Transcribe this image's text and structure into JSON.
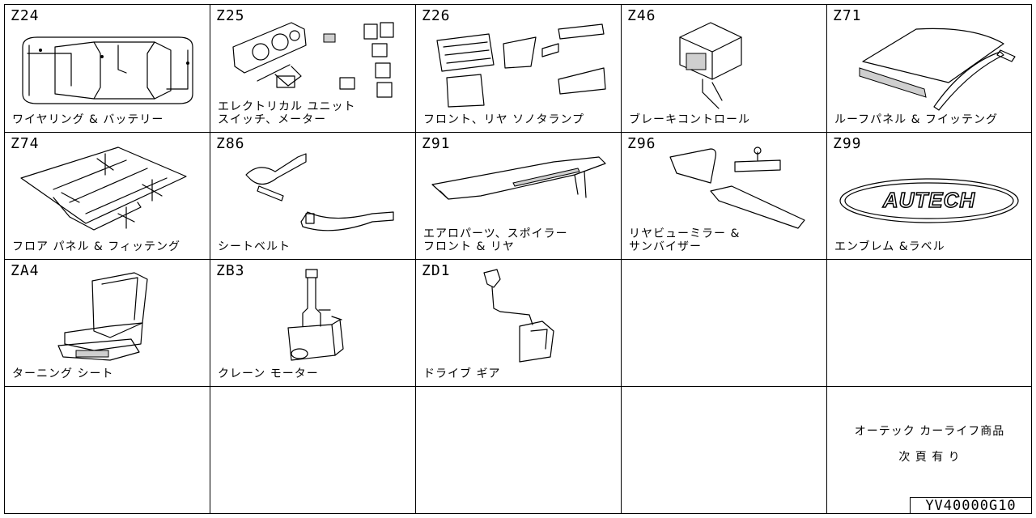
{
  "cells": {
    "z24": {
      "code": "Z24",
      "label": [
        "ワイヤリング & バッテリー"
      ]
    },
    "z25": {
      "code": "Z25",
      "label": [
        "エレクトリカル ユニット",
        "スイッチ、メーター"
      ]
    },
    "z26": {
      "code": "Z26",
      "label": [
        "フロント、リヤ ソノタランプ"
      ]
    },
    "z46": {
      "code": "Z46",
      "label": [
        "ブレーキコントロール"
      ]
    },
    "z71": {
      "code": "Z71",
      "label": [
        "ルーフパネル & フイッテング"
      ]
    },
    "z74": {
      "code": "Z74",
      "label": [
        "フロア パネル & フィッテング"
      ]
    },
    "z86": {
      "code": "Z86",
      "label": [
        "シートベルト"
      ]
    },
    "z91": {
      "code": "Z91",
      "label": [
        "エアロパーツ、スポイラー",
        "フロント & リヤ"
      ]
    },
    "z96": {
      "code": "Z96",
      "label": [
        "リヤビューミラー &",
        "サンバイザー"
      ]
    },
    "z99": {
      "code": "Z99",
      "label": [
        "エンブレム &ラベル"
      ],
      "emblem_text": "AUTECH"
    },
    "za4": {
      "code": "ZA4",
      "label": [
        "ターニング シート"
      ]
    },
    "zb3": {
      "code": "ZB3",
      "label": [
        "クレーン モーター"
      ]
    },
    "zd1": {
      "code": "ZD1",
      "label": [
        "ドライブ ギア"
      ]
    }
  },
  "footer_note": {
    "line1": "オーテック カーライフ商品",
    "line2": "次 頁 有 り"
  },
  "document_id": "YV40000G10"
}
